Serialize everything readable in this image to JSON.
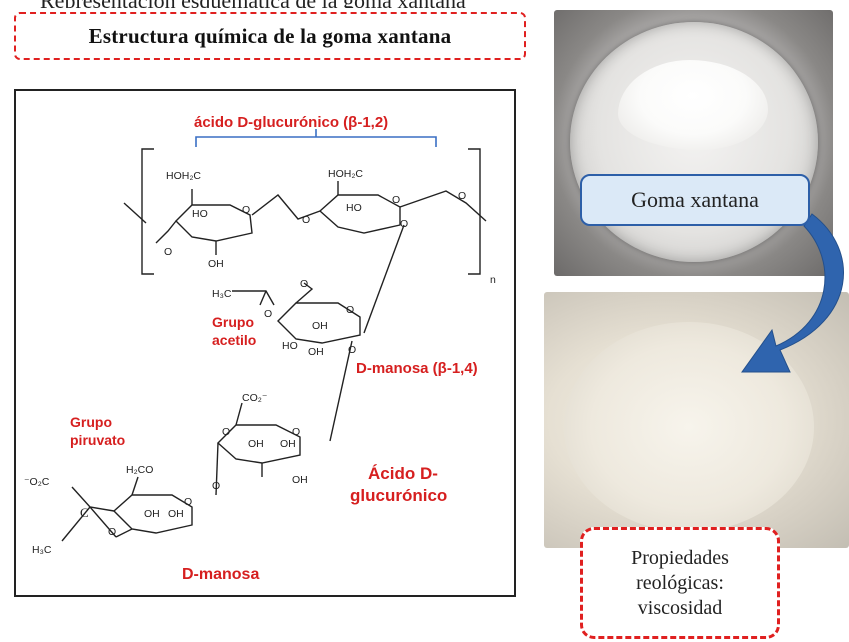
{
  "cut_text": "Representación esquemática de la goma xantana",
  "title": "Estructura química de la goma xantana",
  "diagram": {
    "labels": {
      "acido_glucuronico_top": "ácido D-glucurónico (β-1,2)",
      "grupo_acetilo_1": "Grupo",
      "grupo_acetilo_2": "acetilo",
      "d_manosa_b14": "D-manosa (β-1,4)",
      "grupo_piruvato_1": "Grupo",
      "grupo_piruvato_2": "piruvato",
      "acido_d_1": "Ácido D-",
      "acido_d_2": "glucurónico",
      "d_manosa_bottom": "D-manosa"
    },
    "chem": {
      "hoh2c": "HOH₂C",
      "ho": "HO",
      "oh": "OH",
      "o": "O",
      "n": "n",
      "h3c": "H₃C",
      "co2": "CO₂⁻",
      "o2c": "⁻O₂C",
      "h2co": "H₂CO",
      "c": "C"
    }
  },
  "photo_label_top": "Goma xantana",
  "prop": {
    "line1": "Propiedades",
    "line2": "reológicas:",
    "line3": "viscosidad"
  },
  "colors": {
    "red_label": "#d61f1f",
    "blue_brace": "#3a6fc4",
    "arrow_blue": "#2f64ae"
  }
}
